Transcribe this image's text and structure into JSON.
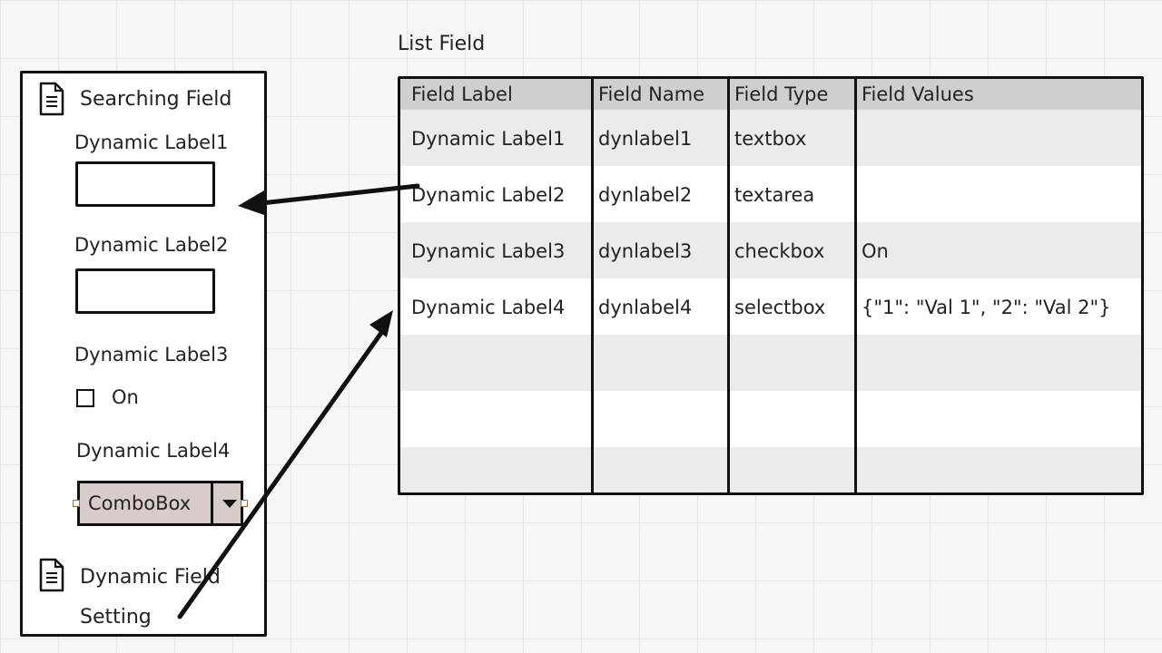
{
  "search_panel": {
    "title": "Searching Field",
    "fields": [
      {
        "label": "Dynamic Label1",
        "type": "textbox",
        "value": ""
      },
      {
        "label": "Dynamic Label2",
        "type": "textbox",
        "value": ""
      },
      {
        "label": "Dynamic Label3",
        "type": "checkbox",
        "checkbox_label": "On",
        "checked": false
      },
      {
        "label": "Dynamic Label4",
        "type": "selectbox",
        "selected": "ComboBox"
      }
    ],
    "settings_link": {
      "line1": "Dynamic Field",
      "line2": "Setting"
    }
  },
  "list_field": {
    "title": "List Field",
    "columns": [
      "Field Label",
      "Field Name",
      "Field Type",
      "Field Values"
    ],
    "rows": [
      [
        "Dynamic Label1",
        "dynlabel1",
        "textbox",
        ""
      ],
      [
        "Dynamic Label2",
        "dynlabel2",
        "textarea",
        ""
      ],
      [
        "Dynamic Label3",
        "dynlabel3",
        "checkbox",
        "On"
      ],
      [
        "Dynamic Label4",
        "dynlabel4",
        "selectbox",
        "{\"1\": \"Val 1\", \"2\": \"Val 2\"}"
      ],
      [
        "",
        "",
        "",
        ""
      ],
      [
        "",
        "",
        "",
        ""
      ],
      [
        "",
        "",
        "",
        ""
      ]
    ]
  },
  "icons": {
    "document": "document-icon",
    "dropdown": "chevron-down-icon"
  },
  "colors": {
    "combo_background": "#d8ccca",
    "header_background": "#cfcfcf",
    "stripe": "#ebebeb",
    "ink": "#111111"
  }
}
